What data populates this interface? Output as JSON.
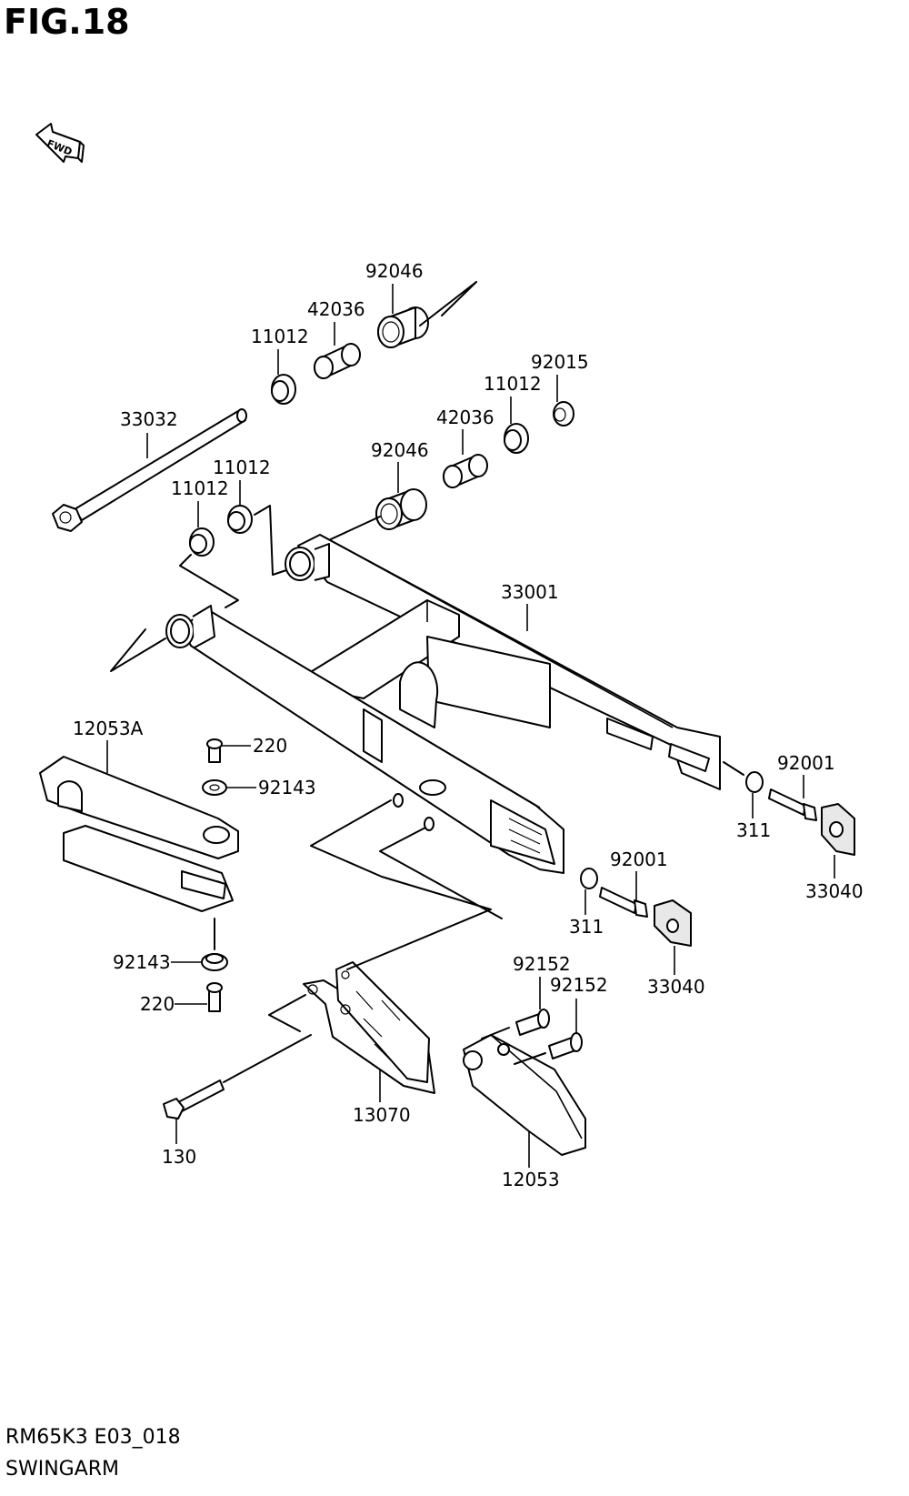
{
  "figure": {
    "title": "FIG.18",
    "code": "RM65K3 E03_018",
    "name": "SWINGARM",
    "fwd_label": "FWD"
  },
  "callouts": [
    {
      "id": "c92046a",
      "label": "92046"
    },
    {
      "id": "c42036a",
      "label": "42036"
    },
    {
      "id": "c11012a",
      "label": "11012"
    },
    {
      "id": "c92015",
      "label": "92015"
    },
    {
      "id": "c11012b",
      "label": "11012"
    },
    {
      "id": "c42036b",
      "label": "42036"
    },
    {
      "id": "c33032",
      "label": "33032"
    },
    {
      "id": "c92046b",
      "label": "92046"
    },
    {
      "id": "c11012c",
      "label": "11012"
    },
    {
      "id": "c11012d",
      "label": "11012"
    },
    {
      "id": "c33001",
      "label": "33001"
    },
    {
      "id": "c12053A",
      "label": "12053A"
    },
    {
      "id": "c220a",
      "label": "220"
    },
    {
      "id": "c92143a",
      "label": "92143"
    },
    {
      "id": "c92001a",
      "label": "92001"
    },
    {
      "id": "c311a",
      "label": "311"
    },
    {
      "id": "c33040a",
      "label": "33040"
    },
    {
      "id": "c92001b",
      "label": "92001"
    },
    {
      "id": "c311b",
      "label": "311"
    },
    {
      "id": "c33040b",
      "label": "33040"
    },
    {
      "id": "c92143b",
      "label": "92143"
    },
    {
      "id": "c220b",
      "label": "220"
    },
    {
      "id": "c92152a",
      "label": "92152"
    },
    {
      "id": "c92152b",
      "label": "92152"
    },
    {
      "id": "c13070",
      "label": "13070"
    },
    {
      "id": "c130",
      "label": "130"
    },
    {
      "id": "c12053",
      "label": "12053"
    }
  ]
}
